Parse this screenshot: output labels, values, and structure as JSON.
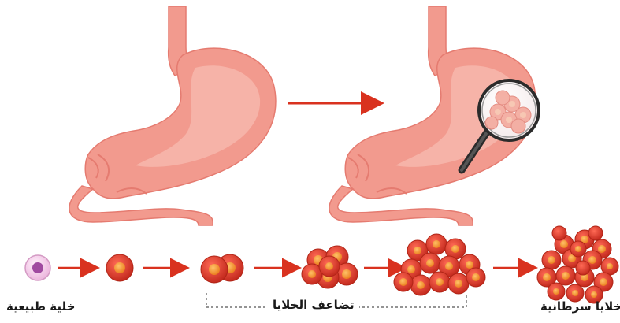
{
  "labels": {
    "normal_cell": "خلية طبيعية",
    "cell_division": "تضاعف الخلايا",
    "cancer_cells": "خلايا سرطانية"
  },
  "colors": {
    "stomach_outer": "#f29a8e",
    "stomach_inner": "#f6b3a8",
    "stomach_outline": "#e57b70",
    "arrow": "#d9321f",
    "cell_outer": "#d93a2b",
    "cell_nucleus": "#f08a24",
    "normal_cell_outer": "#f2c9e6",
    "normal_cell_nucleus": "#a04aa0",
    "magnifier_rim": "#2b2b2b"
  },
  "stages": [
    {
      "name": "normal-cell",
      "cells": 1
    },
    {
      "name": "cell-stage-1",
      "cells": 1
    },
    {
      "name": "cell-stage-2",
      "cells": 2
    },
    {
      "name": "cell-stage-3",
      "cells": 6
    },
    {
      "name": "cell-stage-4",
      "cells": 12
    },
    {
      "name": "cancer-cluster",
      "cells": 18
    }
  ]
}
